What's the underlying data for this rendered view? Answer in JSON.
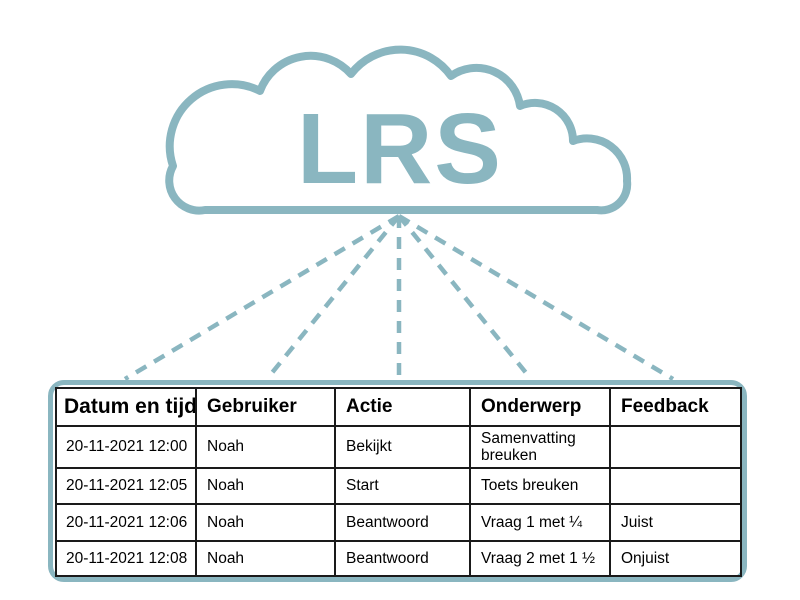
{
  "page": {
    "background": "#ffffff"
  },
  "colors": {
    "teal": "#8ab6c0",
    "grid": "#1a1a1a",
    "text": "#000000"
  },
  "icons": {
    "cloud": "lrs-cloud-outline",
    "connectors": "dashed-fan-lines"
  },
  "cloud": {
    "label": "LRS"
  },
  "table": {
    "headers": [
      "Datum en tijd",
      "Gebruiker",
      "Actie",
      "Onderwerp",
      "Feedback"
    ],
    "rows": [
      [
        "20-11-2021 12:00",
        "Noah",
        "Bekijkt",
        "Samenvatting breuken",
        ""
      ],
      [
        "20-11-2021 12:05",
        "Noah",
        "Start",
        "Toets breuken",
        ""
      ],
      [
        "20-11-2021 12:06",
        "Noah",
        "Beantwoord",
        "Vraag 1 met ¼",
        "Juist"
      ],
      [
        "20-11-2021 12:08",
        "Noah",
        "Beantwoord",
        "Vraag 2 met 1 ½",
        "Onjuist"
      ]
    ]
  }
}
